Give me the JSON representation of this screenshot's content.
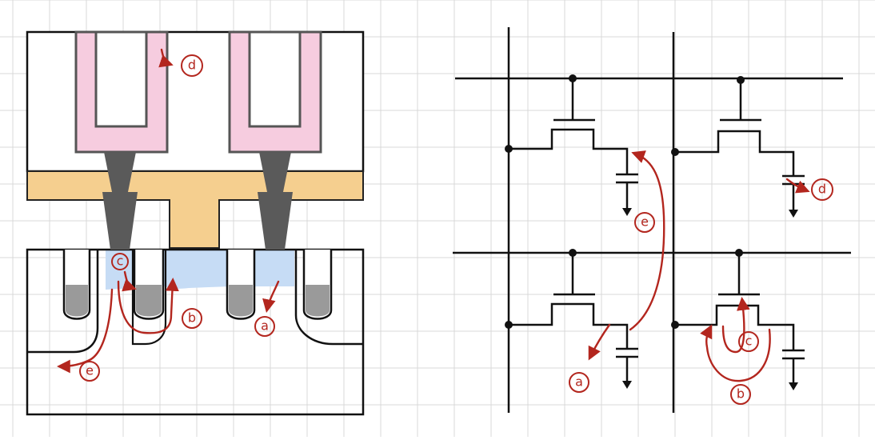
{
  "colors": {
    "background": "#ffffff",
    "grid": "#d9d9d9",
    "outline": "#111111",
    "capacitor_fill": "#f6ccdf",
    "capacitor_stroke": "#555555",
    "contact_plug": "#5a5a5a",
    "bitline": "#f5cf8f",
    "channel_region": "#c6dcf5",
    "gate_fill": "#9a9a9a",
    "annotation": "#b3261e"
  },
  "labels": {
    "a": "a",
    "b": "b",
    "c": "c",
    "d": "d",
    "e": "e"
  }
}
